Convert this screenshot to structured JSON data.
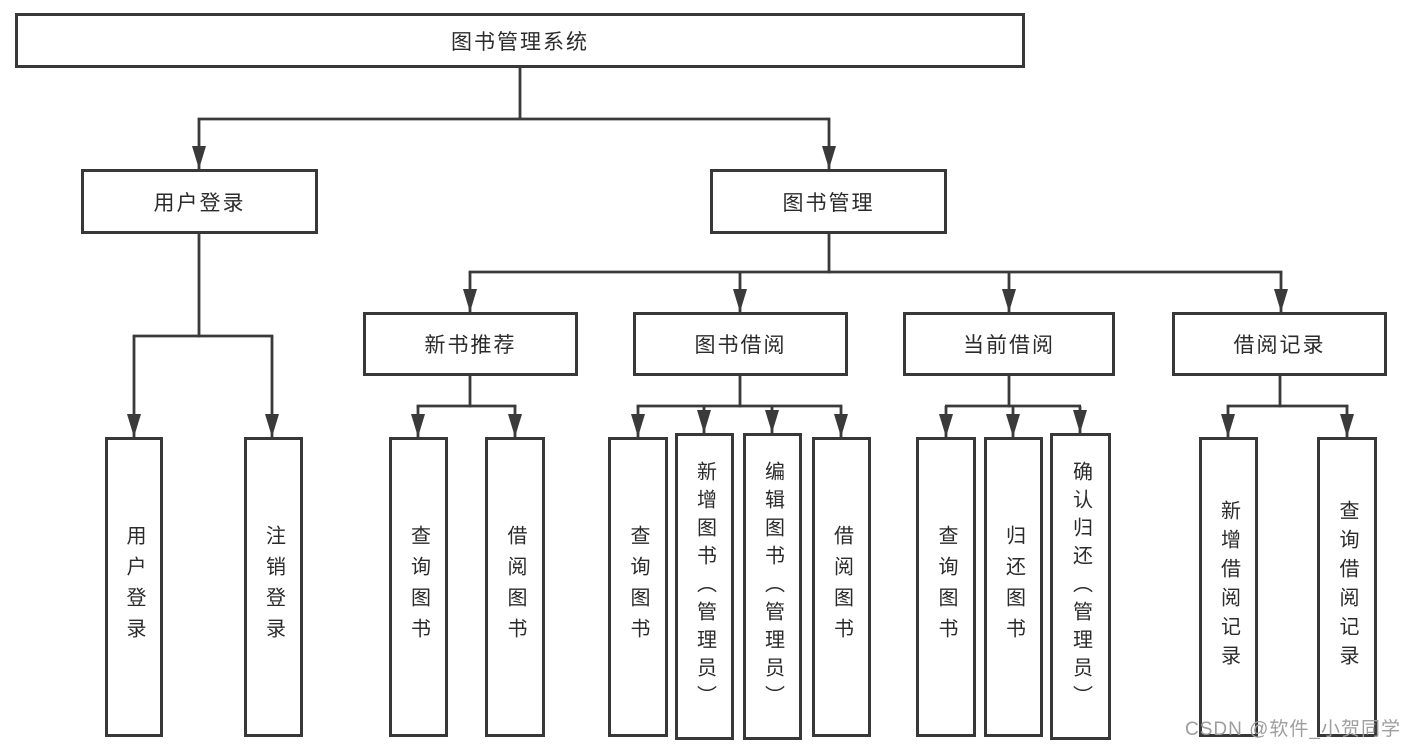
{
  "tree": {
    "root": {
      "label": "图书管理系统"
    },
    "level2": [
      {
        "label": "用户登录"
      },
      {
        "label": "图书管理"
      }
    ],
    "level3": [
      {
        "label": "新书推荐",
        "parent": "图书管理"
      },
      {
        "label": "图书借阅",
        "parent": "图书管理"
      },
      {
        "label": "当前借阅",
        "parent": "图书管理"
      },
      {
        "label": "借阅记录",
        "parent": "图书管理"
      }
    ],
    "leaves": [
      {
        "label": "用户登录",
        "parent": "用户登录"
      },
      {
        "label": "注销登录",
        "parent": "用户登录"
      },
      {
        "label": "查询图书",
        "parent": "新书推荐"
      },
      {
        "label": "借阅图书",
        "parent": "新书推荐"
      },
      {
        "label": "查询图书",
        "parent": "图书借阅"
      },
      {
        "label": "新增图书（管理员）",
        "parent": "图书借阅"
      },
      {
        "label": "编辑图书（管理员）",
        "parent": "图书借阅"
      },
      {
        "label": "借阅图书",
        "parent": "图书借阅"
      },
      {
        "label": "查询图书",
        "parent": "当前借阅"
      },
      {
        "label": "归还图书",
        "parent": "当前借阅"
      },
      {
        "label": "确认归还（管理员）",
        "parent": "当前借阅"
      },
      {
        "label": "新增借阅记录",
        "parent": "借阅记录"
      },
      {
        "label": "查询借阅记录",
        "parent": "借阅记录"
      }
    ]
  },
  "watermark": {
    "text": "CSDN @软件_小贺同学"
  },
  "colors": {
    "line": "#3a3a3a",
    "border": "#383838",
    "text": "#2b2b2b",
    "watermark": "#9e9e9e",
    "background": "#ffffff"
  }
}
